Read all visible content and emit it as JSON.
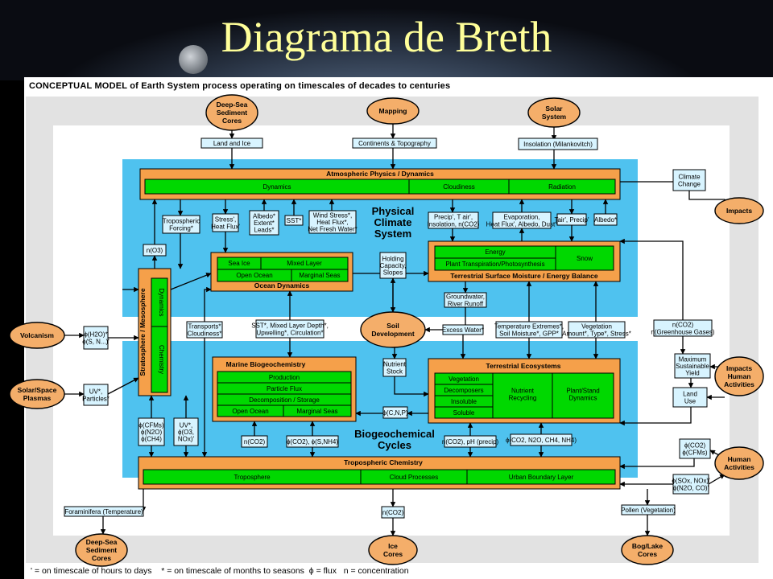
{
  "slide_title": "Diagrama de Breth",
  "caption": "CONCEPTUAL MODEL of Earth System process operating on timescales of decades to centuries",
  "footer": "' = on timescale of hours to days    * = on timescale of months to seasons  ϕ = flux   n = concentration",
  "colors": {
    "panel": "#4fc2ef",
    "module": "#f5a04a",
    "inner": "#00d800",
    "gray": "#e2e2e2",
    "oval": "#f4ae6a",
    "box": "#d8f4ff"
  },
  "physical": {
    "label_1": "Physical",
    "label_2": "Climate",
    "label_3": "System"
  },
  "bio": {
    "label_1": "Biogeochemical",
    "label_2": "Cycles"
  },
  "ovals": {
    "deep_sea_top": [
      "Deep-Sea",
      "Sediment",
      "Cores"
    ],
    "mapping": [
      "Mapping"
    ],
    "solar_system": [
      "Solar",
      "System"
    ],
    "impacts": [
      "Impacts"
    ],
    "volcanism": [
      "Volcanism"
    ],
    "solar_space": [
      "Solar/Space",
      "Plasmas"
    ],
    "soil": [
      "Soil",
      "Development"
    ],
    "impacts_human": [
      "Impacts",
      "Human",
      "Activities"
    ],
    "human_activities": [
      "Human",
      "Activities"
    ],
    "deep_sea_bottom": [
      "Deep-Sea",
      "Sediment",
      "Cores"
    ],
    "ice_cores": [
      "Ice",
      "Cores"
    ],
    "bog_lake": [
      "Bog/Lake",
      "Cores"
    ]
  },
  "atm": {
    "title": "Atmospheric Physics / Dynamics",
    "cells": [
      "Dynamics",
      "Cloudiness",
      "Radiation"
    ]
  },
  "ocean": {
    "title": "Ocean Dynamics",
    "cells": [
      "Sea Ice",
      "Mixed Layer",
      "Open Ocean",
      "Marginal Seas"
    ]
  },
  "terr_moist": {
    "title": "Terrestrial Surface Moisture / Energy Balance",
    "cells": [
      "Energy",
      "Plant Transpiration/Photosynthesis",
      "Snow"
    ]
  },
  "strat": {
    "title": "Stratosphere / Mesosphere",
    "cells": [
      "Dynamics",
      "Chemistry"
    ]
  },
  "marine": {
    "title": "Marine Biogeochemistry",
    "cells": [
      "Production",
      "Particle Flux",
      "Decomposition / Storage",
      "Open Ocean",
      "Marginal Seas"
    ]
  },
  "terr_eco": {
    "title": "Terrestrial Ecosystems",
    "cells": [
      "Vegetation",
      "Decomposers",
      "Insoluble",
      "Soluble",
      "Nutrient",
      "Recycling",
      "Plant/Stand",
      "Dynamics"
    ]
  },
  "tropo": {
    "title": "Tropospheric Chemistry",
    "cells": [
      "Troposphere",
      "Cloud Processes",
      "Urban Boundary Layer"
    ]
  },
  "labels": {
    "land_ice": "Land and Ice",
    "continents": "Continents & Topography",
    "insolation": "Insolation (Milankovitch)",
    "climate_change": [
      "Climate",
      "Change"
    ],
    "tropo_forcing": [
      "Tropospheric",
      "Forcing*"
    ],
    "stress_heat": [
      "Stress',",
      "Heat Flux'"
    ],
    "albedo_extent": [
      "Albedo*",
      "Extent*",
      "Leads*"
    ],
    "sst": "SST*",
    "wind_stress": [
      "Wind Stress*,",
      "Heat Flux*,",
      "Net Fresh Water*"
    ],
    "precip": [
      "Precip', T air',",
      "Insolation, n(CO2)"
    ],
    "evaporation": [
      "Evaporation,",
      "Heat Flux', Albedo, Dust*"
    ],
    "tair_precip": "Tair', Precip'",
    "albedo_r": "Albedo*",
    "no3": "n(O3)",
    "holding": [
      "Holding",
      "Capacity,",
      "Slopes"
    ],
    "groundwater": [
      "Groundwater,",
      "River Runoff"
    ],
    "transports": [
      "Transports*",
      "Cloudiness*"
    ],
    "sst_mixed": [
      "SST*, Mixed Layer Depth*,",
      "Upwelling*, Circulation*"
    ],
    "excess_water": "Excess Water*",
    "temp_extremes": [
      "Temperature Extremes*,",
      "Soil Moisture*, GPP*"
    ],
    "vegetation_amt": [
      "Vegetation",
      "Amount*, Type*, Stress*"
    ],
    "nco2_ghg": [
      "n(CO2)",
      "n(Greenhouse Gases)"
    ],
    "h2o": [
      "ϕ(H2O)*",
      "ϕ(S, N...)'"
    ],
    "uv_particles": [
      "UV*,",
      "Particles*"
    ],
    "max_yield": [
      "Maximum",
      "Sustainable",
      "Yield"
    ],
    "land_use": [
      "Land",
      "Use"
    ],
    "nutrient_stock": [
      "Nutrient",
      "Stock"
    ],
    "cnp": "ϕ(C,N,P)",
    "cfms": [
      "ϕ(CFMs)",
      "ϕ(N2O)",
      "ϕ(CH4)"
    ],
    "uv_o3": [
      "UV*,",
      "ϕ(O3,",
      "NOx)'"
    ],
    "nco2_a": "n(CO2)",
    "co2_s": "ϕ(CO2), ϕ(S,NH4)",
    "nco2_ph": "n(CO2), pH (precip)",
    "co2_n2o": "ϕ(CO2, N2O, CH4, NH4)",
    "co2_cfms": [
      "ϕ(CO2)",
      "ϕ(CFMs)"
    ],
    "sox": [
      "ϕ(SOx, NOx)'",
      "ϕ(N2O, CO)'"
    ],
    "foram": "Foraminifera (Temperature)",
    "nco2_b": "n(CO2)",
    "pollen": "Pollen (Vegetation)"
  }
}
